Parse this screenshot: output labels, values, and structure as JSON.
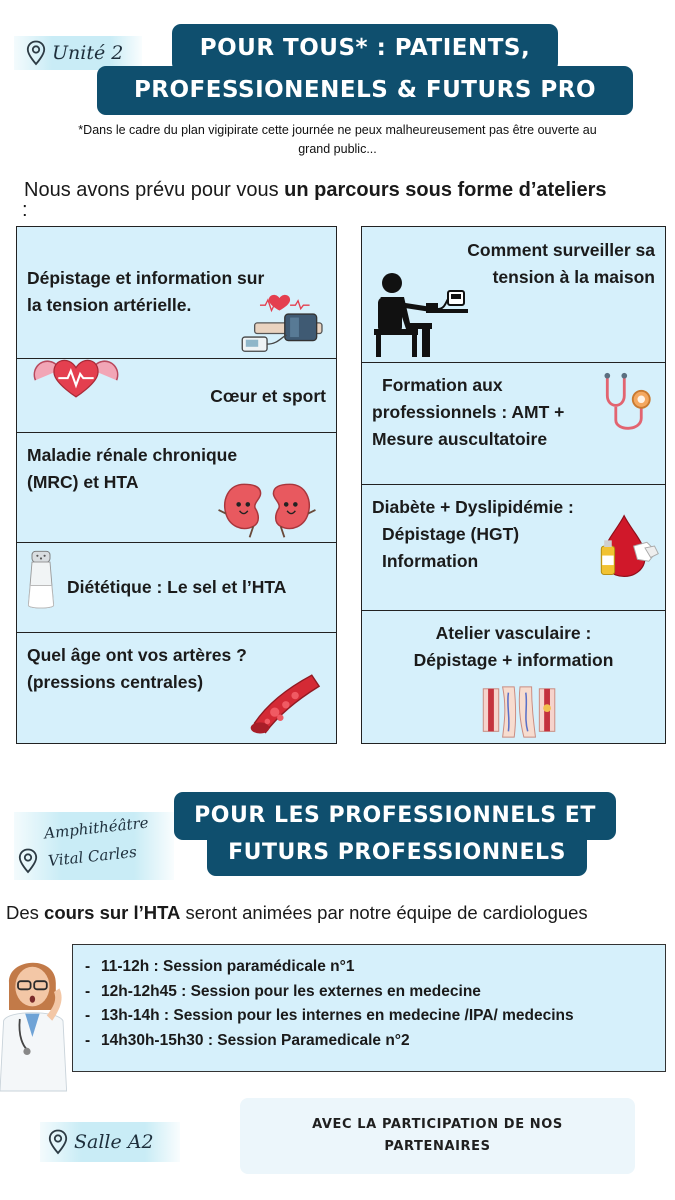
{
  "top": {
    "location_label": "Unité 2",
    "banner_line1": "POUR TOUS* : PATIENTS,",
    "banner_line2": "PROFESSIONENELS & FUTURS PRO",
    "footnote_line1": "*Dans le cadre du plan vigipirate cette journée ne peux malheureusement pas être ouverte au",
    "footnote_line2": "grand public...",
    "intro_normal": "Nous avons prévu pour vous ",
    "intro_bold": "un parcours sous forme d’ateliers",
    "intro_end": ":"
  },
  "workshops_left": [
    {
      "line1": "Dépistage et information sur",
      "line2": "la tension artérielle.",
      "icon": "blood-pressure-cuff-icon"
    },
    {
      "line1": "Cœur et sport",
      "icon": "muscular-heart-icon"
    },
    {
      "line1": "Maladie rénale chronique",
      "line2": "(MRC) et HTA",
      "icon": "kidneys-icon"
    },
    {
      "line1": "Diététique  : Le sel et l’HTA",
      "icon": "salt-shaker-icon"
    },
    {
      "line1": "Quel âge ont vos artères ?",
      "line2": "(pressions centrales)",
      "icon": "artery-icon"
    }
  ],
  "workshops_right": [
    {
      "line1": "Comment surveiller sa",
      "line2": "tension à la maison",
      "icon": "home-monitor-icon"
    },
    {
      "line1": "Formation aux",
      "line2": "professionnels : AMT +",
      "line3": "Mesure auscultatoire",
      "icon": "stethoscope-icon"
    },
    {
      "line1": "Diabète + Dyslipidémie :",
      "line2": "Dépistage (HGT)",
      "line3": "Information",
      "icon": "blood-drop-icon"
    },
    {
      "line1": "Atelier vasculaire :",
      "line2": "Dépistage + information",
      "icon": "vascular-legs-icon"
    }
  ],
  "bottom": {
    "location_line1": "Amphithéâtre",
    "location_line2": "Vital Carles",
    "banner_line1": "POUR LES PROFESSIONNELS ET",
    "banner_line2": "FUTURS PROFESSIONNELS",
    "courses_normal1": "Des ",
    "courses_bold": "cours sur l’HTA",
    "courses_normal2": " seront animées par notre équipe de cardiologues",
    "schedule": [
      "11-12h : Session paramédicale n°1",
      "12h-12h45 : Session pour les externes en medecine",
      "13h-14h : Session pour les internes en medecine /IPA/ medecins",
      "14h30h-15h30 : Session Paramedicale n°2"
    ],
    "room_label": "Salle A2",
    "partners_line1": "AVEC LA PARTICIPATION DE NOS",
    "partners_line2": "PARTENAIRES"
  },
  "colors": {
    "banner": "#0f4f6e",
    "cell": "#d6f0fb",
    "heart_red": "#e43f4f",
    "tag_bg": "#c6ebf5"
  }
}
